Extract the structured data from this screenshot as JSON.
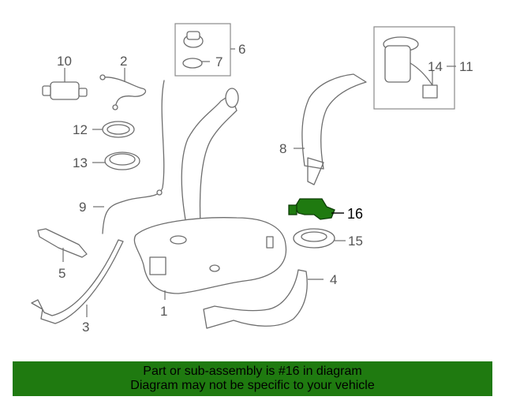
{
  "callouts": {
    "c1": "1",
    "c2": "2",
    "c3": "3",
    "c4": "4",
    "c5": "5",
    "c6": "6",
    "c7": "7",
    "c8": "8",
    "c9": "9",
    "c10": "10",
    "c11": "11",
    "c12": "12",
    "c13": "13",
    "c14": "14",
    "c15": "15",
    "c16": "16"
  },
  "highlight": {
    "part_number": "16",
    "color": "#1f7a10"
  },
  "banner": {
    "line1": "Part or sub-assembly is #16 in diagram",
    "line2": "Diagram may not be specific to your vehicle",
    "background": "#1f7a10"
  }
}
